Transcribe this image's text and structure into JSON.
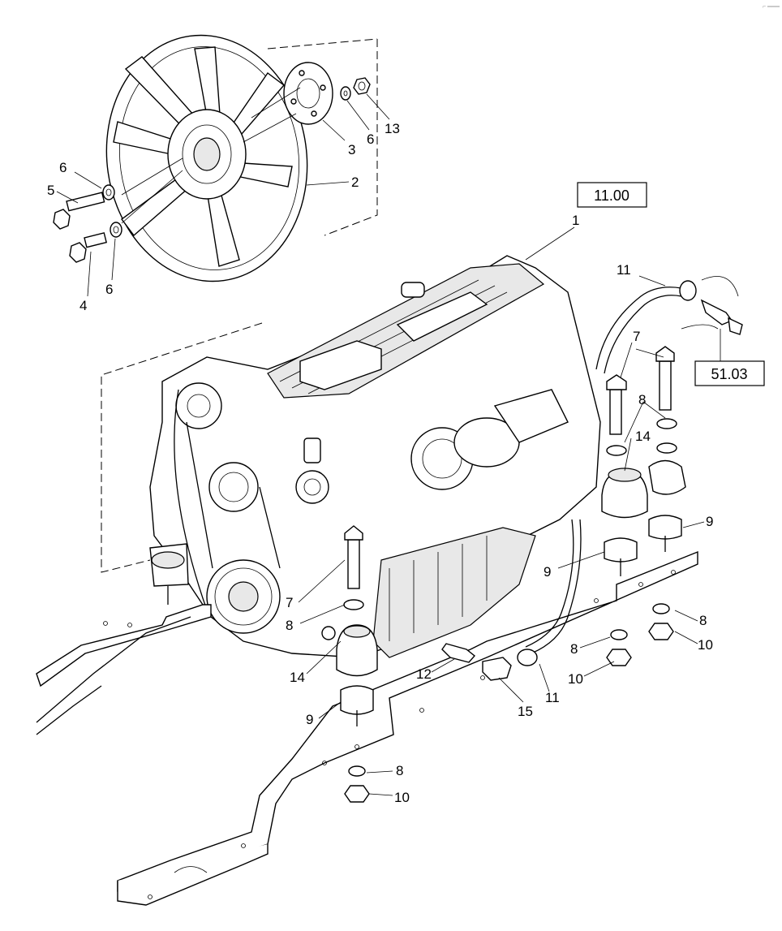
{
  "callouts": [
    {
      "id": "c1",
      "label": "1"
    },
    {
      "id": "c2",
      "label": "2"
    },
    {
      "id": "c3",
      "label": "3"
    },
    {
      "id": "c4",
      "label": "4"
    },
    {
      "id": "c5",
      "label": "5"
    },
    {
      "id": "c6a",
      "label": "6"
    },
    {
      "id": "c6b",
      "label": "6"
    },
    {
      "id": "c6c",
      "label": "6"
    },
    {
      "id": "c13",
      "label": "13"
    },
    {
      "id": "c11a",
      "label": "11"
    },
    {
      "id": "c7a",
      "label": "7"
    },
    {
      "id": "c8a",
      "label": "8"
    },
    {
      "id": "c14a",
      "label": "14"
    },
    {
      "id": "c9a",
      "label": "9"
    },
    {
      "id": "c9b",
      "label": "9"
    },
    {
      "id": "c7b",
      "label": "7"
    },
    {
      "id": "c8b",
      "label": "8"
    },
    {
      "id": "c14b",
      "label": "14"
    },
    {
      "id": "c12",
      "label": "12"
    },
    {
      "id": "c15",
      "label": "15"
    },
    {
      "id": "c11b",
      "label": "11"
    },
    {
      "id": "c8c",
      "label": "8"
    },
    {
      "id": "c10a",
      "label": "10"
    },
    {
      "id": "c8d",
      "label": "8"
    },
    {
      "id": "c10b",
      "label": "10"
    },
    {
      "id": "c9c",
      "label": "9"
    },
    {
      "id": "c8e",
      "label": "8"
    },
    {
      "id": "c10c",
      "label": "10"
    }
  ],
  "references": [
    {
      "id": "ref1100",
      "label": "11.00"
    },
    {
      "id": "ref5103",
      "label": "51.03"
    }
  ],
  "corner_mark": "⌐ ═══"
}
